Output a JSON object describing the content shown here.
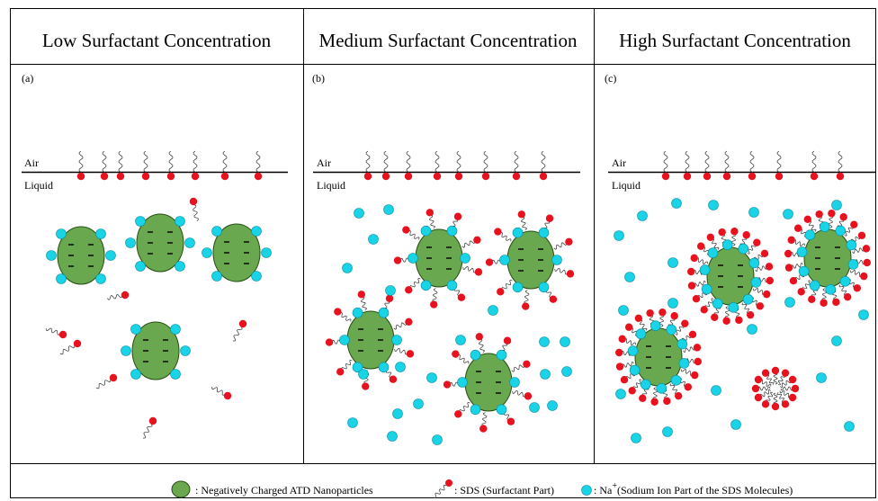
{
  "panels": [
    {
      "title": "Low Surfactant Concentration",
      "label": "(a)"
    },
    {
      "title": "Medium Surfactant Concentration",
      "label": "(b)"
    },
    {
      "title": "High Surfactant Concentration",
      "label": "(c)"
    }
  ],
  "interface": {
    "air": "Air",
    "liquid": "Liquid"
  },
  "legend": {
    "nanoparticle": ": Negatively Charged ATD Nanoparticles",
    "sds": ": SDS (Surfactant Part)",
    "sodium_prefix": ": Na",
    "sodium_sup": "+",
    "sodium_suffix": "(Sodium Ion Part of the SDS Molecules)"
  },
  "colors": {
    "nanoparticle_fill": "#6aa84f",
    "nanoparticle_stroke": "#274e13",
    "sds_head": "#e8121e",
    "sodium_ion": "#19d3e6",
    "sodium_ion_stroke": "#0a8fa0"
  }
}
